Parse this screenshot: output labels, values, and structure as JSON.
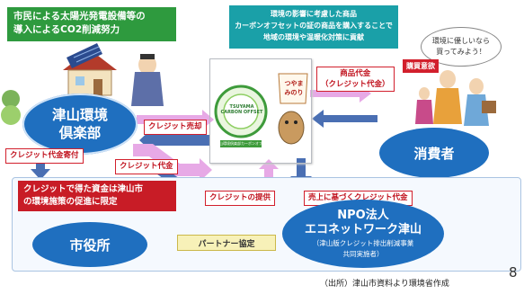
{
  "top_left_callout": [
    "市民による太陽光発電設備等の",
    "導入によるCO2削減努力"
  ],
  "top_center_callout": [
    "環境の影響に考慮した商品",
    "カーボンオフセットの証の商品を購入することで",
    "地域の環境や温暖化対策に貢献"
  ],
  "club": [
    "津山環境",
    "倶楽部"
  ],
  "labels": {
    "credit_sale": "クレジット売却",
    "credit_donation": "クレジット代金寄付",
    "credit_fee": "クレジット代金",
    "product_fee": [
      "商品代金",
      "（クレジット代金）"
    ],
    "purchase_intent": "購買意欲",
    "credit_provide": "クレジットの提供",
    "sales_credit": "売上に基づくクレジット代金",
    "partner": "パートナー協定"
  },
  "consumer": "消費者",
  "bubble": [
    "環境に優しいなら",
    "買ってみよう！"
  ],
  "red_box": [
    "クレジットで得た資金は津山市",
    "の環境施策の促進に限定"
  ],
  "city": "市役所",
  "npo": {
    "line1": "NPO法人",
    "line2": "エコネットワーク津山",
    "sub1": "（津山版クレジット排出削減事業",
    "sub2": "共同実施者）"
  },
  "logo_texts": {
    "tsuyama_offset": "TSUYAMA CARBON OFFSET",
    "offset_caption": "津山環境倶楽部カーボンオフセット",
    "product_name": "つやまみのり"
  },
  "source": "（出所）津山市資料より環境省作成",
  "page_number": "8",
  "colors": {
    "cloud_blue": "#1f6fbf",
    "green": "#2e9a3e",
    "teal": "#1aa0a8",
    "red": "#c81c26",
    "pink_arrow": "#e7a9e6",
    "blue_arrow": "#4a6fb3",
    "partner_arrow": "#6ccf3a"
  }
}
